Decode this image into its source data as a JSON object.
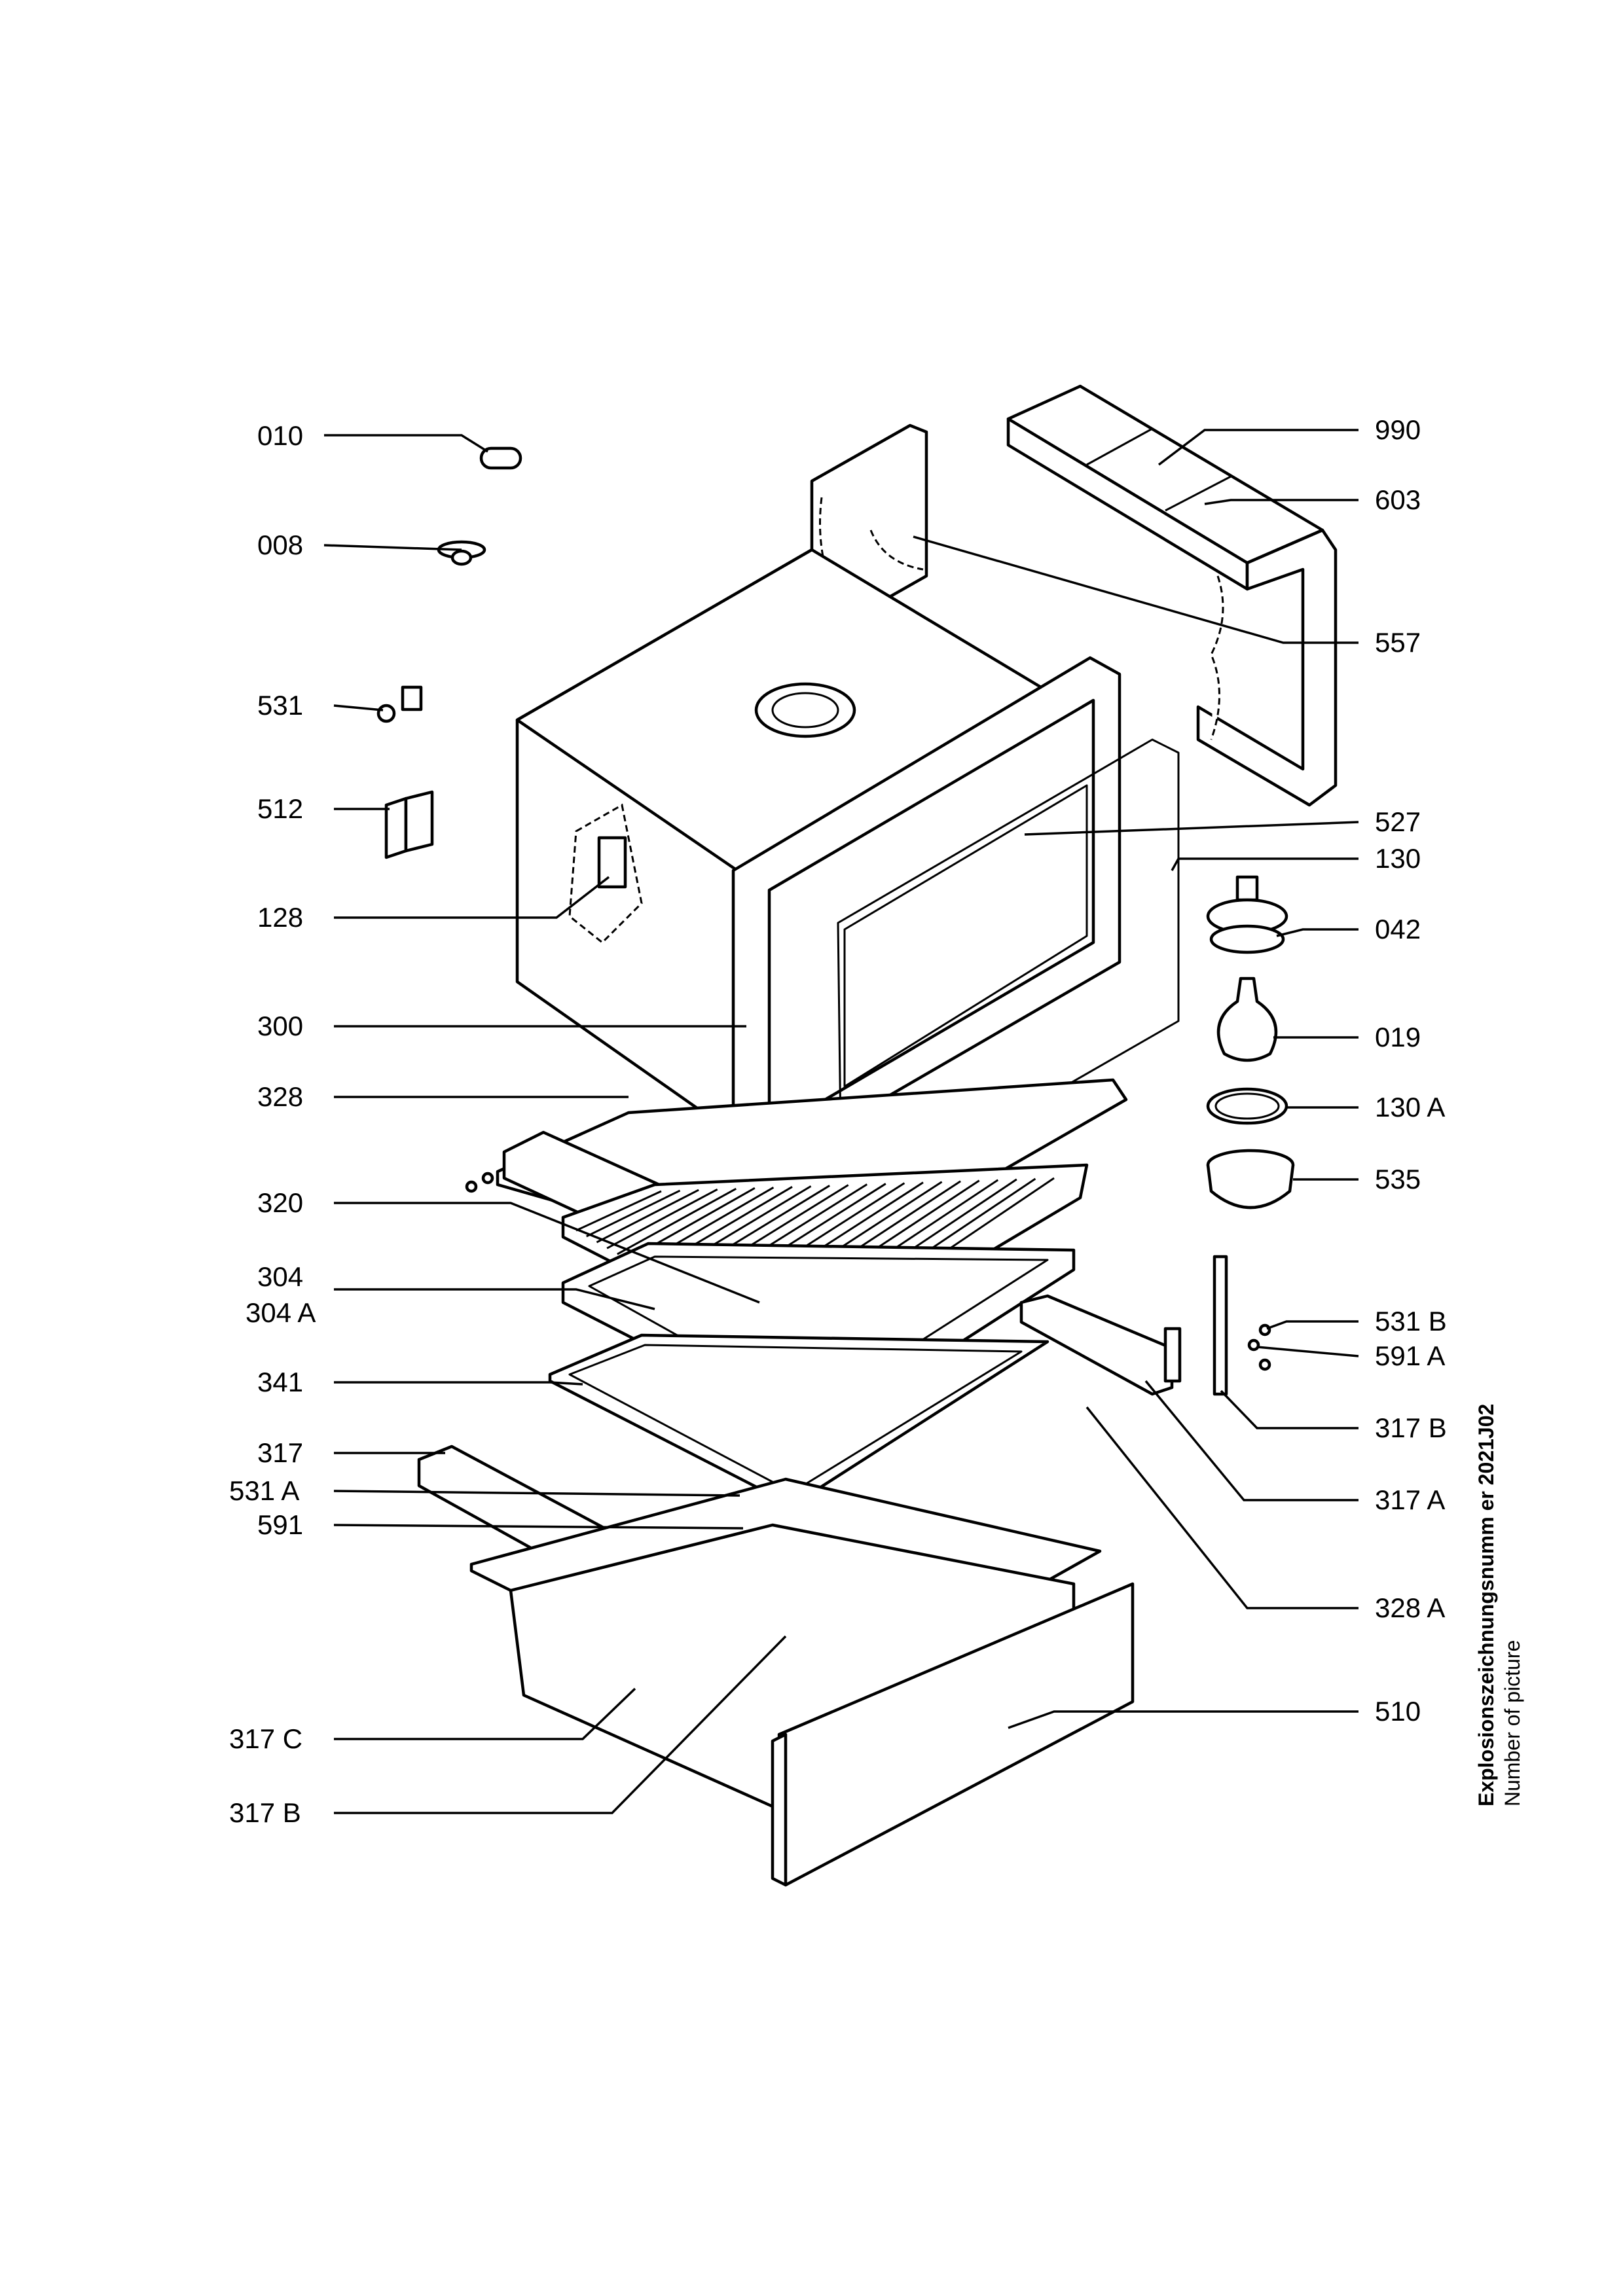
{
  "callouts": {
    "l_010": "010",
    "l_008": "008",
    "l_531": "531",
    "l_512": "512",
    "l_128": "128",
    "l_300": "300",
    "l_328": "328",
    "l_320": "320",
    "l_304": "304",
    "l_304A": "304 A",
    "l_341": "341",
    "l_317": "317",
    "l_531A": "531 A",
    "l_591": "591",
    "l_317C": "317 C",
    "l_317B_left": "317 B",
    "r_990": "990",
    "r_603": "603",
    "r_557": "557",
    "r_527": "527",
    "r_130": "130",
    "r_042": "042",
    "r_019": "019",
    "r_130A": "130 A",
    "r_535": "535",
    "r_531B": "531 B",
    "r_591A": "591 A",
    "r_317B": "317 B",
    "r_317A": "317 A",
    "r_328A": "328 A",
    "r_510": "510"
  },
  "footer": {
    "drawing_number_label": "Explosionszeichnungsnumm er",
    "drawing_number": "2021J02",
    "caption": "Number of picture"
  }
}
